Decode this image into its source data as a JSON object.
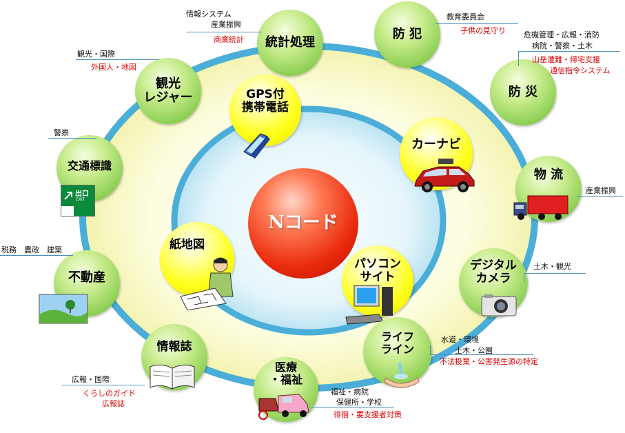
{
  "center": {
    "label": "Nコード"
  },
  "inner_nodes": {
    "gps": "GPS付\n携帯電話",
    "carnavi": "カーナビ",
    "map": "紙地図",
    "pc": "パソコン\nサイト"
  },
  "outer_nodes": {
    "toukei": "統計処理",
    "bouhan": "防 犯",
    "bousai": "防 災",
    "butsuryu": "物 流",
    "camera": "デジタル\nカメラ",
    "lifeline": "ライフ\nライン",
    "iryo": "医療\n・福祉",
    "jouhoushi": "情報誌",
    "fudousan": "不動産",
    "kotsu": "交通標識",
    "kanko": "観光\nレジャー"
  },
  "annotations": {
    "toukei": {
      "lines": [
        "情報システム",
        "産業振興"
      ],
      "highlight": [
        "商業統計"
      ]
    },
    "bouhan": {
      "lines": [
        "教育委員会"
      ],
      "highlight": [
        "子供の見守り"
      ]
    },
    "bousai": {
      "lines": [
        "危機管理・広報・消防",
        "病院・警察・土木"
      ],
      "highlight": [
        "山岳遭難・帰宅支援",
        "通信指令システム"
      ]
    },
    "butsuryu": {
      "lines": [
        "産業振興"
      ],
      "highlight": []
    },
    "camera": {
      "lines": [
        "土木・観光"
      ],
      "highlight": []
    },
    "lifeline": {
      "lines": [
        "水道・環境",
        "土木・公園"
      ],
      "highlight": [
        "不法投棄・公害発生源の特定"
      ]
    },
    "iryo": {
      "lines": [
        "福祉・病院",
        "保健所・学校"
      ],
      "highlight": [
        "徘徊・要支援者対策"
      ]
    },
    "jouhoushi": {
      "lines": [
        "広報・国際"
      ],
      "highlight": [
        "くらしのガイド",
        "広報誌"
      ]
    },
    "fudousan": {
      "lines": [
        "税務　農政　建築"
      ],
      "highlight": []
    },
    "kotsu": {
      "lines": [
        "警察"
      ],
      "highlight": []
    },
    "kanko": {
      "lines": [
        "観光・国際"
      ],
      "highlight": [
        "外国人・地図"
      ]
    }
  },
  "sign": {
    "text": "出口",
    "sub": "EXIT"
  },
  "colors": {
    "ring": "#4aaed8",
    "outer_fill": "#fbfbd2",
    "inner_fill": "#d6f0f8",
    "highlight_text": "#e00000"
  }
}
